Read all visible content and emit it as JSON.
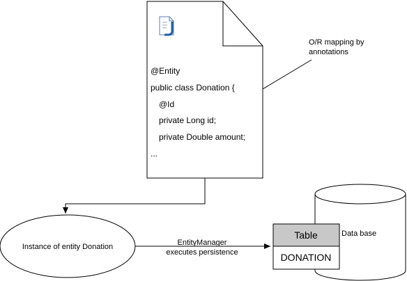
{
  "document": {
    "code_lines": [
      "@Entity",
      "public class Donation {",
      "@Id",
      "private Long id;",
      "private Double amount;",
      "..."
    ]
  },
  "callout": {
    "line1": "O/R mapping by",
    "line2": "annotations"
  },
  "entity_instance": {
    "label": "Instance of entity Donation"
  },
  "entity_manager": {
    "line1": "EntityManager",
    "line2": "executes persistence"
  },
  "database": {
    "label": "Data base",
    "table_header": "Table",
    "table_name": "DONATION"
  },
  "colors": {
    "table_header_fill": "#c8c8c8",
    "java_icon_blue": "#1f5fa8",
    "line": "#000000"
  }
}
